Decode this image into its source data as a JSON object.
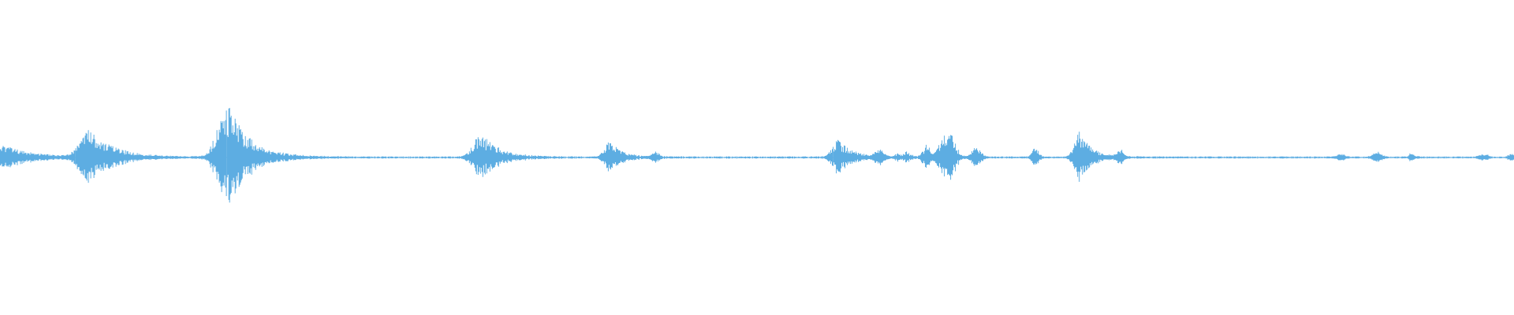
{
  "waveform": {
    "color": "#5dade2",
    "background": "#ffffff",
    "description_hidden": "",
    "events": [
      {
        "t": 0.0,
        "amp": 0.1,
        "dur": 0.018,
        "style": "decay"
      },
      {
        "t": 0.06,
        "amp": 0.2,
        "dur": 0.03,
        "style": "burst"
      },
      {
        "t": 0.15,
        "amp": 0.4,
        "dur": 0.028,
        "style": "burst"
      },
      {
        "t": 0.318,
        "amp": 0.17,
        "dur": 0.024,
        "style": "burst"
      },
      {
        "t": 0.403,
        "amp": 0.11,
        "dur": 0.016,
        "style": "burst"
      },
      {
        "t": 0.433,
        "amp": 0.04,
        "dur": 0.003,
        "style": "click"
      },
      {
        "t": 0.554,
        "amp": 0.13,
        "dur": 0.018,
        "style": "burst"
      },
      {
        "t": 0.581,
        "amp": 0.05,
        "dur": 0.004,
        "style": "click"
      },
      {
        "t": 0.593,
        "amp": 0.03,
        "dur": 0.006,
        "style": "burst"
      },
      {
        "t": 0.599,
        "amp": 0.04,
        "dur": 0.006,
        "style": "burst"
      },
      {
        "t": 0.612,
        "amp": 0.09,
        "dur": 0.003,
        "style": "click"
      },
      {
        "t": 0.626,
        "amp": 0.22,
        "dur": 0.006,
        "style": "click"
      },
      {
        "t": 0.645,
        "amp": 0.07,
        "dur": 0.004,
        "style": "click"
      },
      {
        "t": 0.684,
        "amp": 0.07,
        "dur": 0.003,
        "style": "click"
      },
      {
        "t": 0.713,
        "amp": 0.18,
        "dur": 0.016,
        "style": "burst"
      },
      {
        "t": 0.74,
        "amp": 0.05,
        "dur": 0.003,
        "style": "click"
      },
      {
        "t": 0.886,
        "amp": 0.02,
        "dur": 0.004,
        "style": "click"
      },
      {
        "t": 0.91,
        "amp": 0.04,
        "dur": 0.004,
        "style": "click"
      },
      {
        "t": 0.932,
        "amp": 0.03,
        "dur": 0.005,
        "style": "burst"
      },
      {
        "t": 0.98,
        "amp": 0.02,
        "dur": 0.004,
        "style": "click"
      },
      {
        "t": 0.998,
        "amp": 0.03,
        "dur": 0.002,
        "style": "click"
      }
    ],
    "noise_floor": 0.008,
    "sample_count": 1920
  }
}
